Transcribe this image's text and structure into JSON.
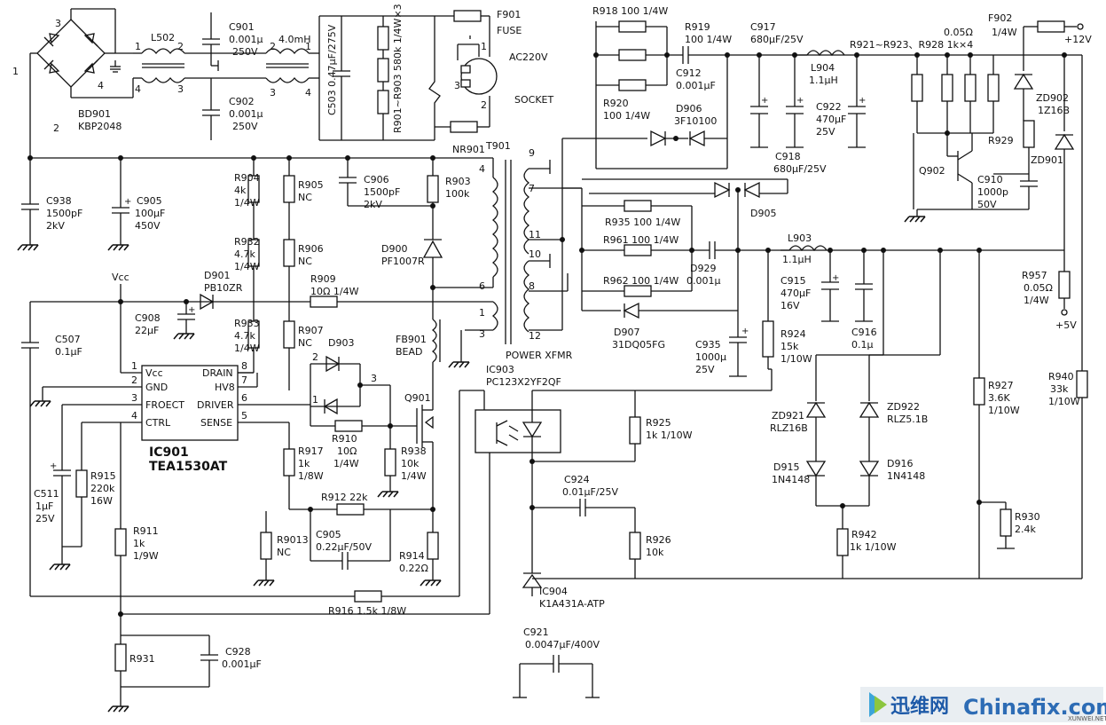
{
  "components": {
    "bd901": [
      "BD901",
      "KBP2048"
    ],
    "bridge_pins": [
      "3",
      "1",
      "4",
      "2"
    ],
    "l502": "L502",
    "l502_pins": [
      "1",
      "2",
      "4",
      "3"
    ],
    "c901": [
      "C901",
      "0.001µ",
      "250V"
    ],
    "c902": [
      "C902",
      "0.001µ",
      "250V"
    ],
    "l_4mh": "4.0mH",
    "l_4mh_pins": [
      "2",
      "1",
      "3",
      "4"
    ],
    "c503": "C503 0.47µF/275V",
    "r901": "R901~R903 580k 1/4W×3",
    "f901": [
      "F901",
      "FUSE"
    ],
    "socket": [
      "AC220V",
      "SOCKET"
    ],
    "socket_pins": [
      "1",
      "3",
      "2"
    ],
    "nr901": "NR901",
    "c938": [
      "C938",
      "1500pF",
      "2kV"
    ],
    "c905_bulk": [
      "C905",
      "100µF",
      "450V"
    ],
    "r904": [
      "R904",
      "4k",
      "1/4W"
    ],
    "r905": [
      "R905",
      "NC"
    ],
    "c906": [
      "C906",
      "1500pF",
      "2kV"
    ],
    "r903": [
      "R903",
      "100k"
    ],
    "r932": [
      "R932",
      "4.7k",
      "1/4W"
    ],
    "r906": [
      "R906",
      "NC"
    ],
    "d900": [
      "D900",
      "PF1007R"
    ],
    "vcc": "Vcc",
    "d901": [
      "D901",
      "PB10ZR"
    ],
    "r909": [
      "R909",
      "10Ω  1/4W"
    ],
    "c908": [
      "C908",
      "22µF"
    ],
    "c507": [
      "C507",
      "0.1µF"
    ],
    "r933": [
      "R933",
      "4.7k",
      "1/4W"
    ],
    "r907": [
      "R907",
      "NC"
    ],
    "fb901": [
      "FB901",
      "BEAD"
    ],
    "ic901_pins": [
      "Vcc",
      "GND",
      "FROECT",
      "CTRL",
      "DRAIN",
      "HV8",
      "DRIVER",
      "SENSE"
    ],
    "ic901_nums": [
      "1",
      "2",
      "3",
      "4",
      "8",
      "7",
      "6",
      "5"
    ],
    "ic901": [
      "IC901",
      "TEA1530AT"
    ],
    "d903": "D903",
    "d903_pins": [
      "2",
      "1",
      "3"
    ],
    "q901": "Q901",
    "r910": [
      "R910",
      "10Ω",
      "1/4W"
    ],
    "r938": [
      "R938",
      "10k",
      "1/4W"
    ],
    "r917": [
      "R917",
      "1k",
      "1/8W"
    ],
    "r912": "R912  22k",
    "c905_small": "C905",
    "c905_small_val": "0.22µF/50V",
    "r914": [
      "R914",
      "0.22Ω"
    ],
    "c511": [
      "C511",
      "1µF",
      "25V"
    ],
    "r915": [
      "R915",
      "220k",
      "16W"
    ],
    "r911": [
      "R911",
      "1k",
      "1/9W"
    ],
    "r9013": [
      "R9013",
      "NC"
    ],
    "r916": "R916  1.5k  1/8W",
    "r931": "R931",
    "c928": [
      "C928",
      "0.001µF"
    ],
    "t901": "T901",
    "t901_pins": [
      "4",
      "6",
      "1",
      "3",
      "9",
      "7",
      "11",
      "10",
      "8",
      "12"
    ],
    "t901_label": "POWER XFMR",
    "ic903": [
      "IC903",
      "PC123X2YF2QF"
    ],
    "r925": [
      "R925",
      "1k 1/10W"
    ],
    "c924": [
      "C924",
      "0.01µF/25V"
    ],
    "r926": [
      "R926",
      "10k"
    ],
    "ic904": [
      "IC904",
      "K1A431A-ATP"
    ],
    "c921": [
      "C921",
      "0.0047µF/400V"
    ],
    "r918": "R918  100  1/4W",
    "r919": [
      "R919",
      "100  1/4W"
    ],
    "c912": [
      "C912",
      "0.001µF"
    ],
    "r920": [
      "R920",
      "100  1/4W"
    ],
    "d906": [
      "D906",
      "3F10100"
    ],
    "c917": [
      "C917",
      "680µF/25V"
    ],
    "l904": [
      "L904",
      "1.1µH"
    ],
    "c922": [
      "C922",
      "470µF",
      "25V"
    ],
    "c918": [
      "C918",
      "680µF/25V"
    ],
    "r921": "R921~R923、R928  1k×4",
    "r921_val": "0.05Ω",
    "f902": [
      "F902",
      "1/4W"
    ],
    "plus12v": "+12V",
    "zd902": [
      "ZD902",
      "1Z16B"
    ],
    "r929": "R929",
    "q902": "Q902",
    "c910": [
      "C910",
      "1000p",
      "50V"
    ],
    "zd901": "ZD901",
    "d905": "D905",
    "r935": "R935  100  1/4W",
    "r961": "R961  100  1/4W",
    "r962": "R962  100  1/4W",
    "d929": [
      "D929",
      "0.001µ"
    ],
    "d907": [
      "D907",
      "31DQ05FG"
    ],
    "c935": [
      "C935",
      "1000µ",
      "25V"
    ],
    "l903": [
      "L903",
      "1.1µH"
    ],
    "c915": [
      "C915",
      "470µF",
      "16V"
    ],
    "c916": [
      "C916",
      "0.1µ"
    ],
    "r957": [
      "R957",
      "0.05Ω",
      "1/4W"
    ],
    "plus5v": "+5V",
    "r924": [
      "R924",
      "15k",
      "1/10W"
    ],
    "zd921": [
      "ZD921",
      "RLZ16B"
    ],
    "zd922": [
      "ZD922",
      "RLZ5.1B"
    ],
    "d915": [
      "D915",
      "1N4148"
    ],
    "d916": [
      "D916",
      "1N4148"
    ],
    "r942": [
      "R942",
      "1k 1/10W"
    ],
    "r927": [
      "R927",
      "3.6K",
      "1/10W"
    ],
    "r930": [
      "R930",
      "2.4k"
    ],
    "r940": [
      "R940",
      "33k",
      "1/10W"
    ]
  },
  "watermark": {
    "logo": "迅维网",
    "site": "Chinafix.com",
    "small": "XUNWEI.NET"
  }
}
